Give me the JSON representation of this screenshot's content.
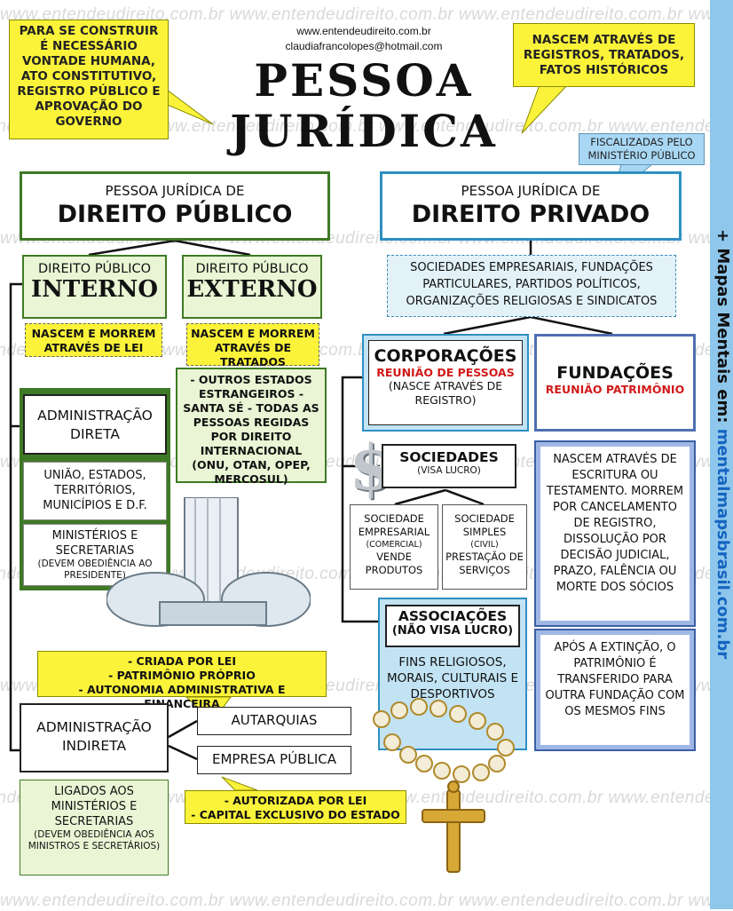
{
  "header": {
    "site": "www.entendeudireito.com.br",
    "email": "claudiafrancolopes@hotmail.com",
    "title_line1": "PESSOA",
    "title_line2": "JURÍDICA"
  },
  "watermark": "www.entendeudireito.com.br",
  "sidebar": {
    "prefix": "+ Mapas Mentais em: ",
    "link": "mentalmapsbrasil.com.br"
  },
  "callouts": {
    "top_left": "PARA SE CONSTRUIR É NECESSÁRIO VONTADE HUMANA, ATO CONSTITUTIVO, REGISTRO PÚBLICO E APROVAÇÃO DO GOVERNO",
    "top_right": "NASCEM ATRAVÉS DE REGISTROS, TRATADOS, FATOS HISTÓRICOS",
    "fiscal": "FISCALIZADAS PELO MINISTÉRIO PÚBLICO",
    "autarquias_notes": [
      "- CRIADA POR LEI",
      "- PATRIMÔNIO PRÓPRIO",
      "- AUTONOMIA ADMINISTRATIVA E FINANCEIRA"
    ],
    "empresa_notes": [
      "- AUTORIZADA POR LEI",
      "- CAPITAL EXCLUSIVO DO ESTADO"
    ]
  },
  "publico": {
    "label_small": "PESSOA JURÍDICA DE",
    "label_big": "DIREITO PÚBLICO",
    "interno_small": "DIREITO PÚBLICO",
    "interno_big": "INTERNO",
    "externo_small": "DIREITO PÚBLICO",
    "externo_big": "EXTERNO",
    "interno_note": "NASCEM E MORREM ATRAVÉS DE LEI",
    "externo_note": "NASCEM E MORREM ATRAVÉS DE TRATADOS",
    "externo_list": "- OUTROS ESTADOS ESTRANGEIROS - SANTA SÉ - TODAS AS PESSOAS REGIDAS POR DIREITO INTERNACIONAL (ONU, OTAN, OPEP, MERCOSUL)",
    "adm_direta": "ADMINISTRAÇÃO DIRETA",
    "uniao": "UNIÃO, ESTADOS, TERRITÓRIOS, MUNICÍPIOS E D.F.",
    "ministerios": "MINISTÉRIOS E SECRETARIAS",
    "ministerios_note": "(DEVEM OBEDIÊNCIA AO PRESIDENTE)",
    "adm_indireta": "ADMINISTRAÇÃO INDIRETA",
    "autarquias": "AUTARQUIAS",
    "empresa_publica": "EMPRESA PÚBLICA",
    "ligados": "LIGADOS AOS MINISTÉRIOS E SECRETARIAS",
    "ligados_note": "(DEVEM OBEDIÊNCIA AOS MINISTROS E SECRETÁRIOS)"
  },
  "privado": {
    "label_small": "PESSOA JURÍDICA DE",
    "label_big": "DIREITO PRIVADO",
    "list": "SOCIEDADES EMPRESARIAIS, FUNDAÇÕES PARTICULARES, PARTIDOS POLÍTICOS, ORGANIZAÇÕES RELIGIOSAS E SINDICATOS",
    "corporacoes": "CORPORAÇÕES",
    "corporacoes_red": "REUNIÃO DE PESSOAS",
    "corporacoes_note": "(NASCE ATRAVÉS DE REGISTRO)",
    "fundacoes": "FUNDAÇÕES",
    "fundacoes_red": "REUNIÃO PATRIMÔNIO",
    "sociedades": "SOCIEDADES",
    "sociedades_note": "(VISA LUCRO)",
    "soc_empresarial": "SOCIEDADE EMPRESARIAL",
    "soc_empresarial_tag": "(COMERCIAL)",
    "soc_empresarial_desc": "VENDE PRODUTOS",
    "soc_simples": "SOCIEDADE SIMPLES",
    "soc_simples_tag": "(CIVIL)",
    "soc_simples_desc": "PRESTAÇÃO DE SERVIÇOS",
    "associacoes": "ASSOCIAÇÕES",
    "associacoes_note": "(NÃO VISA LUCRO)",
    "associacoes_fins": "FINS RELIGIOSOS, MORAIS, CULTURAIS E DESPORTIVOS",
    "fund_nascem": "NASCEM ATRAVÉS DE ESCRITURA OU TESTAMENTO. MORREM POR CANCELAMENTO DE REGISTRO, DISSOLUÇÃO POR DECISÃO JUDICIAL, PRAZO, FALÊNCIA OU MORTE DOS SÓCIOS",
    "fund_extincao": "APÓS A EXTINÇÃO, O PATRIMÔNIO É TRANSFERIDO PARA OUTRA FUNDAÇÃO COM OS MESMOS FINS"
  },
  "icons": {
    "dollar": "$"
  },
  "colors": {
    "callout_yellow": "#fbf33a",
    "green_border": "#3e7a25",
    "blue_border": "#2f8fc2",
    "red_text": "#d11a1a",
    "sidebar_blue": "#1565c0"
  }
}
